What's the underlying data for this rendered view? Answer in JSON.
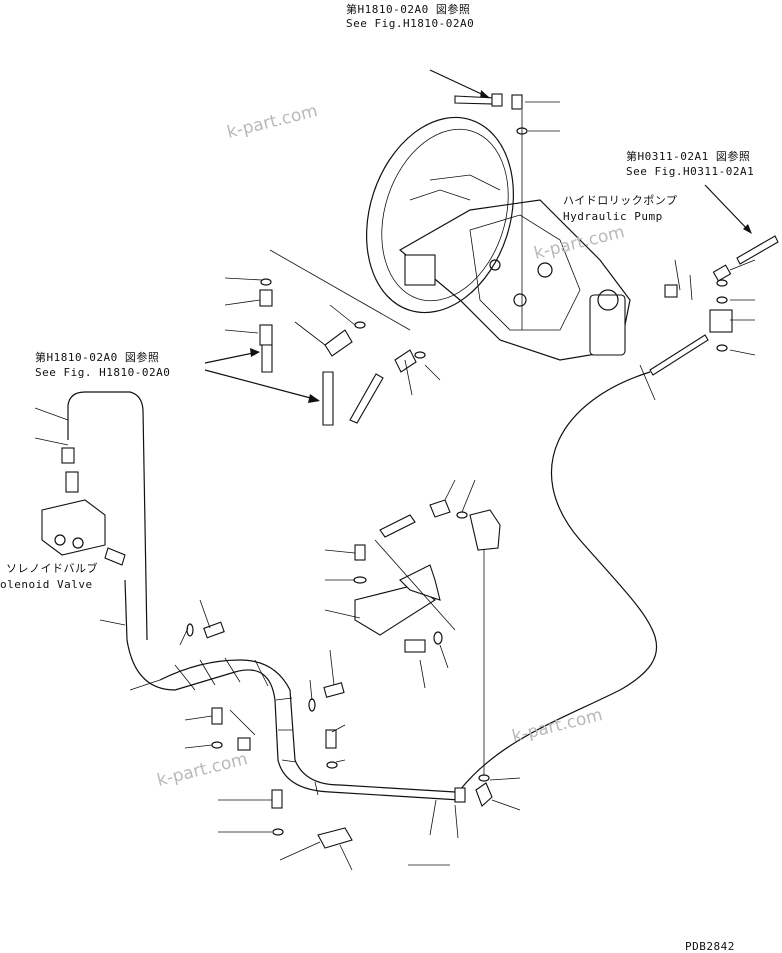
{
  "references": {
    "top_ja": "第H1810-02A0 図参照",
    "top_en": "See Fig.H1810-02A0",
    "right_ja": "第H0311-02A1 図参照",
    "right_en": "See Fig.H0311-02A1",
    "left_ja": "第H1810-02A0 図参照",
    "left_en": "See Fig. H1810-02A0"
  },
  "components": {
    "pump_ja": "ハイドロリックポンプ",
    "pump_en": "Hydraulic Pump",
    "valve_ja": "ソレノイドバルブ",
    "valve_en": "olenoid Valve"
  },
  "watermarks": [
    "k-part.com",
    "k-part.com",
    "k-part.com",
    "k-part.com"
  ],
  "drawing_code": "PDB2842"
}
